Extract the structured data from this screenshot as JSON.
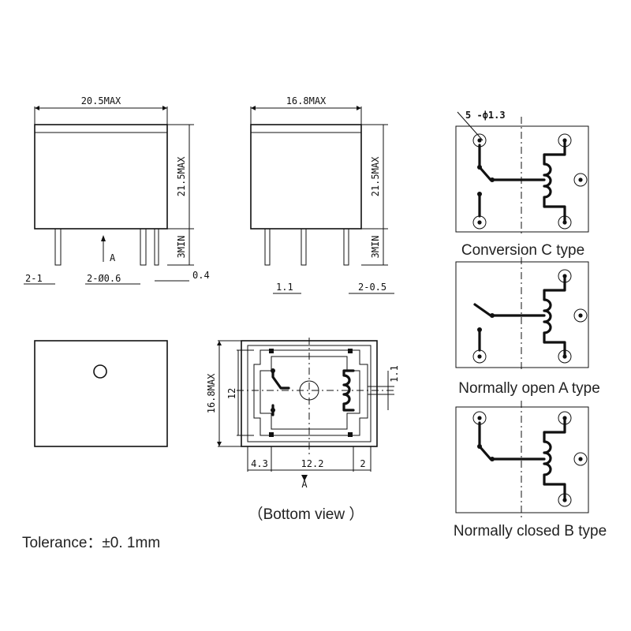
{
  "dims": {
    "front_width": "20.5MAX",
    "front_height": "21.5MAX",
    "front_pin_len": "3MIN",
    "front_pin_count_left": "2-1",
    "front_pin_dia": "2-Ø0.6",
    "front_pin_thk": "0.4",
    "front_arrow": "A",
    "side_width": "16.8MAX",
    "side_height": "21.5MAX",
    "side_pin_len": "3MIN",
    "side_pin_w": "1.1",
    "side_pin_count": "2-0.5",
    "bottom_height": "16.8MAX",
    "bottom_inner": "12",
    "bottom_right_small": "1.1",
    "bottom_left_gap": "4.3",
    "bottom_span": "12.2",
    "bottom_right_gap": "2",
    "bottom_arrow": "A"
  },
  "schematic_top_note": "5  -ф1.3",
  "captions": {
    "conversion_c": "Conversion C type",
    "normally_open_a": "Normally open A type",
    "normally_closed_b": "Normally closed B type",
    "bottom_view": "（Bottom view ）",
    "tolerance": "Tolerance：±0. 1mm"
  }
}
